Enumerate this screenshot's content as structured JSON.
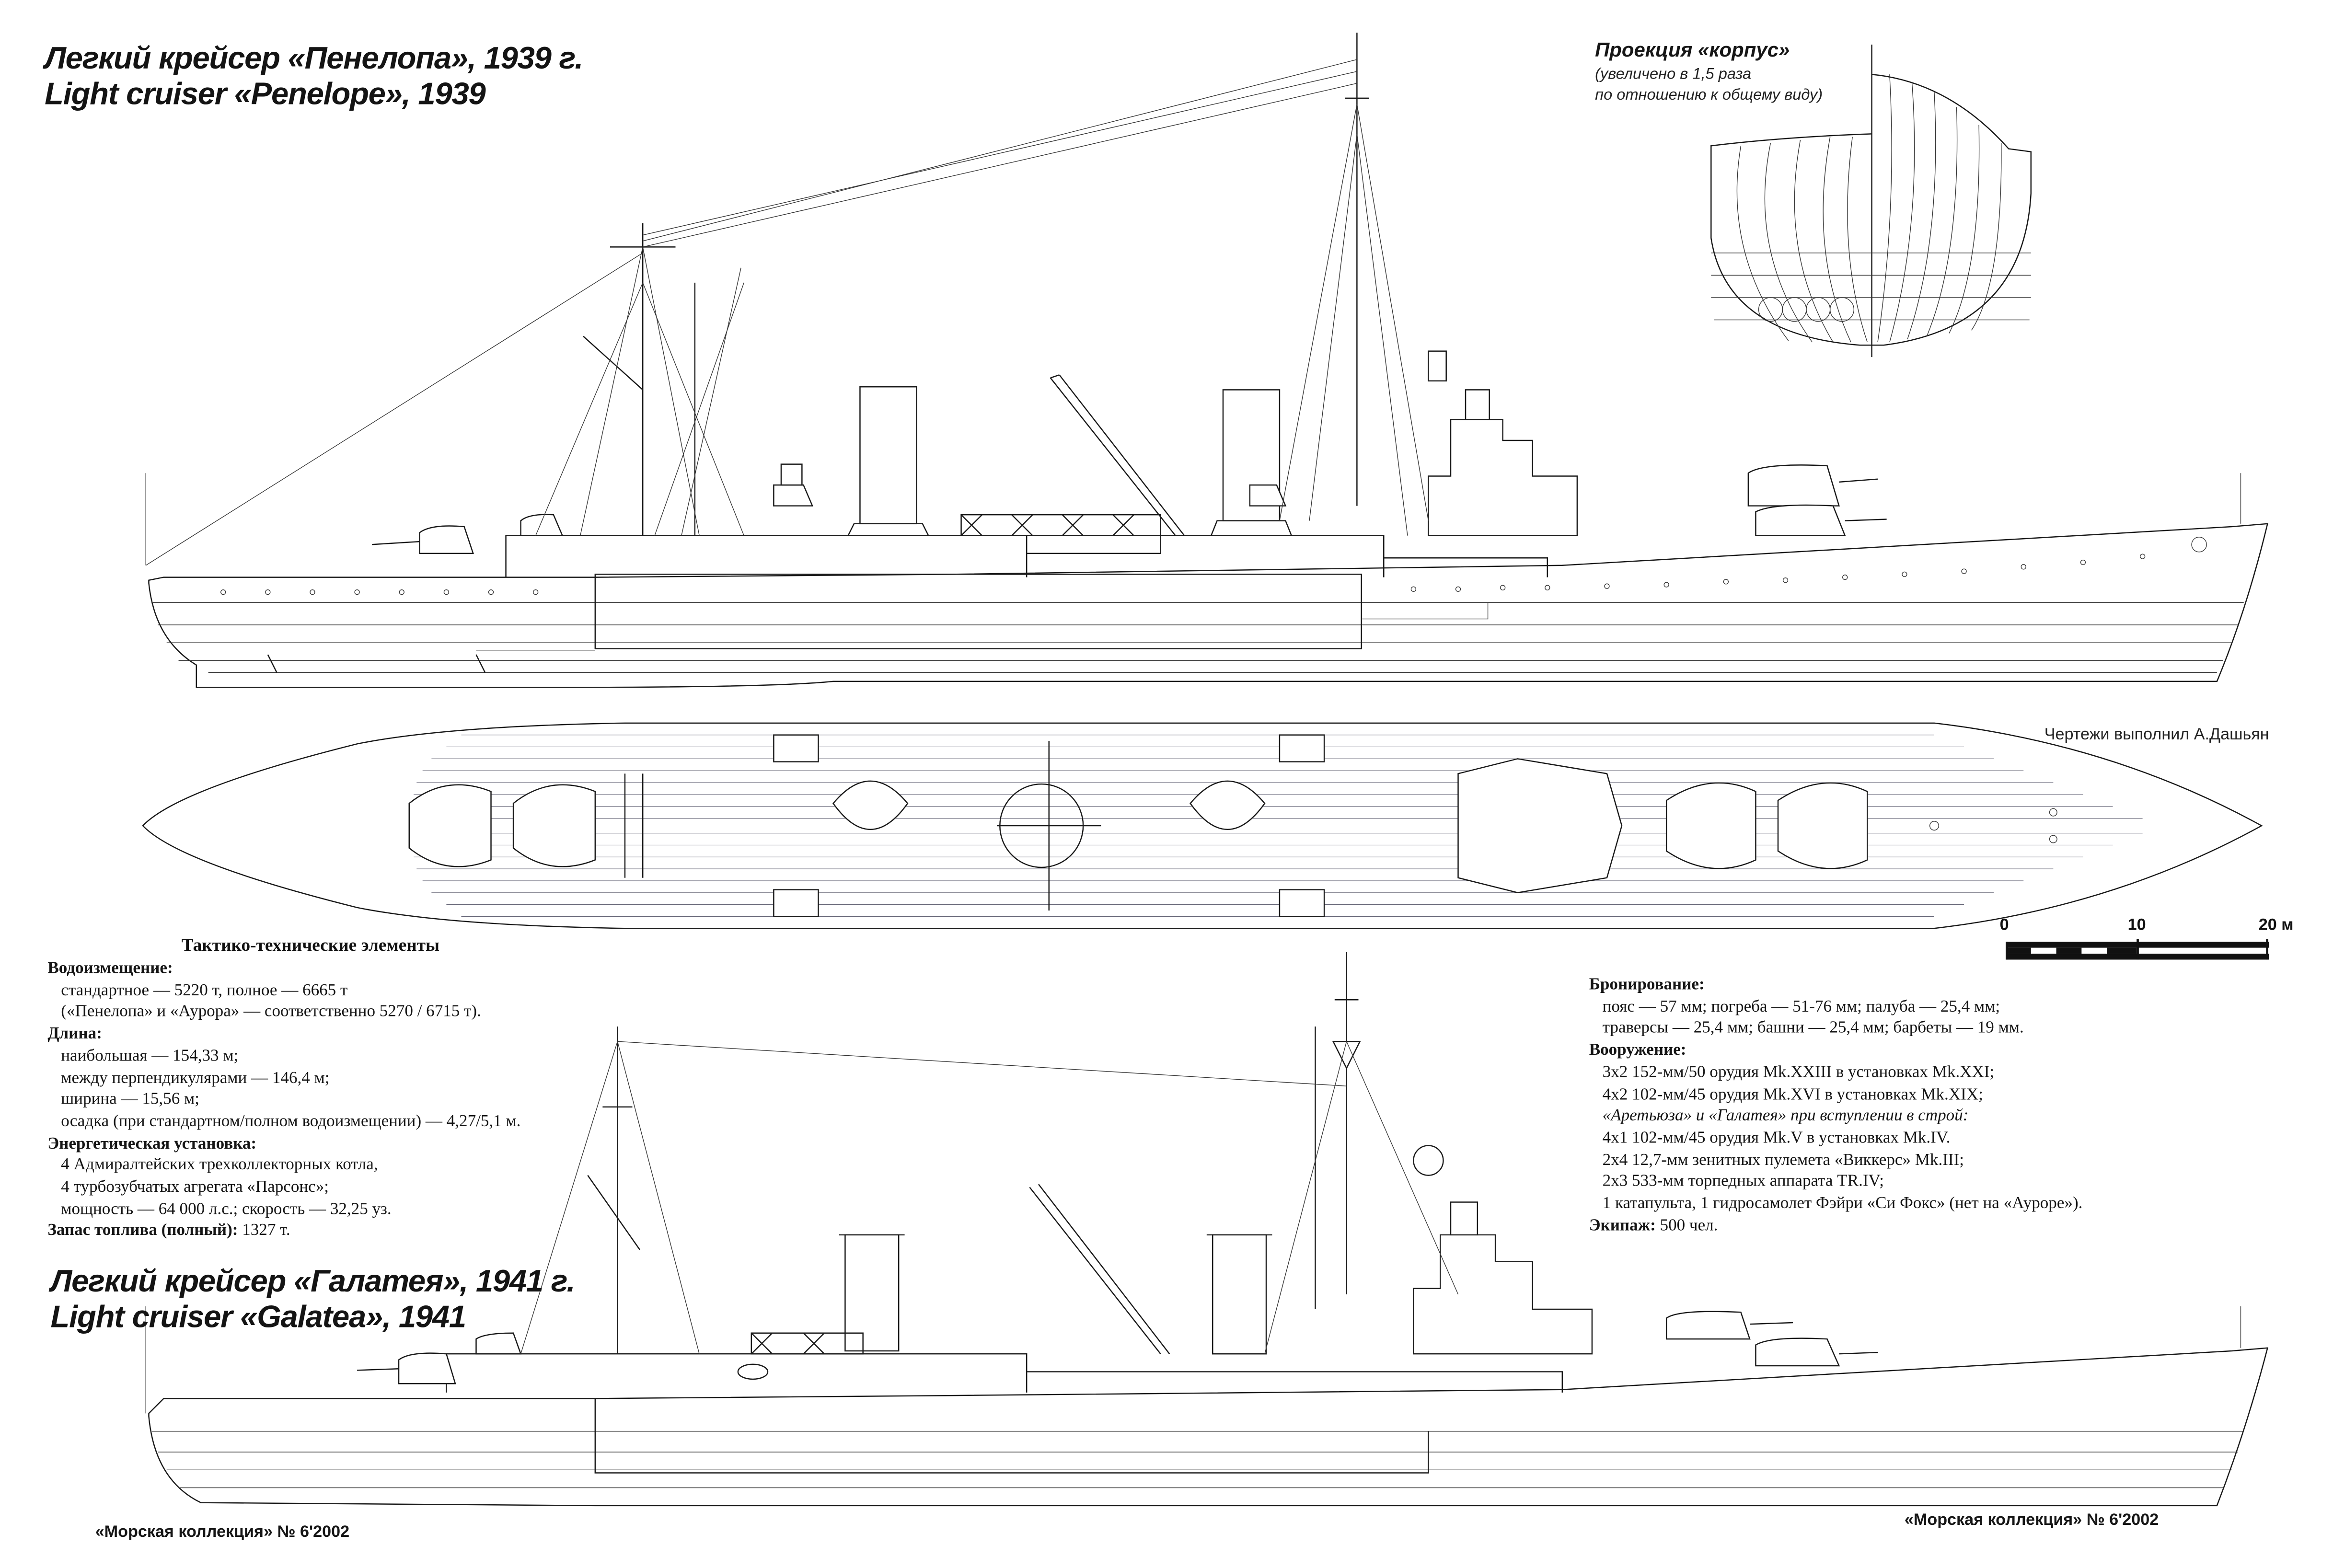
{
  "top_title": {
    "ru": "Легкий крейсер «Пенелопа», 1939 г.",
    "en": "Light cruiser «Penelope», 1939"
  },
  "bottom_title": {
    "ru": "Легкий крейсер «Галатея», 1941 г.",
    "en": "Light cruiser «Galatea», 1941"
  },
  "body_plan": {
    "title": "Проекция «корпус»",
    "subtitle_line1": "(увеличено в 1,5 раза",
    "subtitle_line2": "по отношению к общему виду)"
  },
  "credit": "Чертежи выполнил А.Дашьян",
  "scale_bar": {
    "labels": [
      "0",
      "10",
      "20 м"
    ],
    "unit": "м",
    "max_m": 20
  },
  "specs_left": {
    "title": "Тактико-технические элементы",
    "lines": [
      {
        "kind": "h",
        "text": "Водоизмещение:"
      },
      {
        "kind": "i",
        "text": "стандартное — 5220 т, полное — 6665 т"
      },
      {
        "kind": "i",
        "text": "(«Пенелопа» и «Аурора» — соответственно 5270 / 6715 т)."
      },
      {
        "kind": "h",
        "text": "Длина:"
      },
      {
        "kind": "i",
        "text": "наибольшая — 154,33 м;"
      },
      {
        "kind": "i",
        "text": "между перпендикулярами — 146,4 м;"
      },
      {
        "kind": "i",
        "text": "ширина — 15,56 м;"
      },
      {
        "kind": "i",
        "text": "осадка (при стандартном/полном водоизмещении) — 4,27/5,1 м."
      },
      {
        "kind": "h",
        "text": "Энергетическая установка:"
      },
      {
        "kind": "i",
        "text": "4 Адмиралтейских трехколлекторных котла,"
      },
      {
        "kind": "i",
        "text": " 4 турбозубчатых агрегата «Парсонс»;"
      },
      {
        "kind": "i",
        "text": "мощность — 64 000 л.с.; скорость — 32,25 уз."
      },
      {
        "kind": "h",
        "label": "Запас топлива (полный):",
        "text": " 1327 т."
      }
    ]
  },
  "specs_right": {
    "lines": [
      {
        "kind": "h",
        "text": "Бронирование:"
      },
      {
        "kind": "i",
        "text": "пояс — 57 мм; погреба — 51-76 мм; палуба — 25,4 мм;"
      },
      {
        "kind": "i",
        "text": "траверсы — 25,4 мм; башни — 25,4 мм; барбеты — 19 мм."
      },
      {
        "kind": "h",
        "text": "Вооружение:"
      },
      {
        "kind": "i",
        "text": "3x2 152-мм/50 орудия Mk.XXIII в установках Mk.XXI;"
      },
      {
        "kind": "i",
        "text": "4x2 102-мм/45 орудия Mk.XVI в установках Mk.XIX;"
      },
      {
        "kind": "it",
        "text": "«Аретьюза» и «Галатея» при вступлении в строй:"
      },
      {
        "kind": "i",
        "text": "4x1 102-мм/45 орудия Mk.V в установках Mk.IV."
      },
      {
        "kind": "i",
        "text": "2x4 12,7-мм зенитных пулемета «Виккерс» Mk.III;"
      },
      {
        "kind": "i",
        "text": "2x3 533-мм торпедных аппарата TR.IV;"
      },
      {
        "kind": "i",
        "text": "1 катапульта, 1 гидросамолет Фэйри «Си Фокс» (нет на «Ауроре»)."
      },
      {
        "kind": "h",
        "label": "Экипаж:",
        "text": "  500 чел."
      }
    ]
  },
  "footer": {
    "left": "«Морская коллекция» № 6'2002",
    "right": "«Морская коллекция» № 6'2002"
  },
  "drawings": {
    "penelope_profile": "side-elevation",
    "penelope_plan": "deck-plan",
    "body_plan": "hull-cross-sections",
    "galatea_profile": "side-elevation"
  },
  "colors": {
    "ink": "#1a1a1a",
    "paper": "#ffffff",
    "deck_planking": "#667"
  }
}
